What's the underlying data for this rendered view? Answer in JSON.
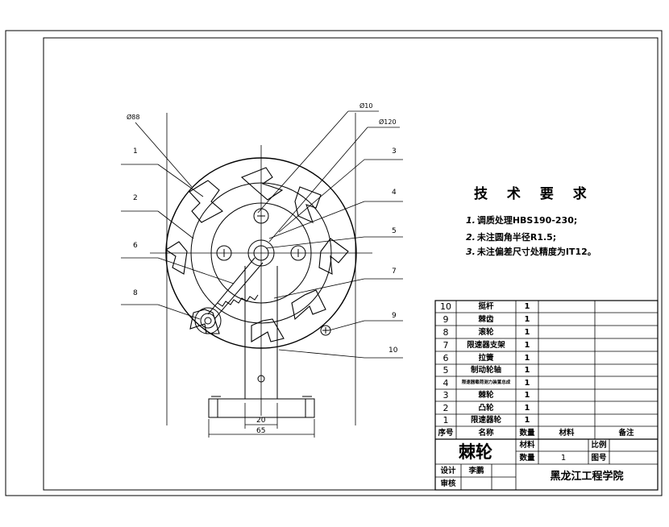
{
  "requirements": {
    "title": "技 术 要 求",
    "items": [
      {
        "num": "1.",
        "text": "调质处理HBS190-230;"
      },
      {
        "num": "2.",
        "text": "未注圆角半径R1.5;"
      },
      {
        "num": "3.",
        "text": "未注偏差尺寸处精度为IT12。"
      }
    ]
  },
  "dimensions": {
    "d88": "Ø88",
    "d10": "Ø10",
    "d120": "Ø120",
    "w20": "20",
    "w65": "65"
  },
  "callouts": [
    "1",
    "2",
    "3",
    "4",
    "5",
    "6",
    "7",
    "8",
    "9",
    "10"
  ],
  "bom": {
    "rows": [
      {
        "no": "10",
        "name": "挺杆",
        "qty": "1"
      },
      {
        "no": "9",
        "name": "棘齿",
        "qty": "1"
      },
      {
        "no": "8",
        "name": "滚轮",
        "qty": "1"
      },
      {
        "no": "7",
        "name": "限速器支架",
        "qty": "1"
      },
      {
        "no": "6",
        "name": "拉簧",
        "qty": "1"
      },
      {
        "no": "5",
        "name": "制动轮轴",
        "qty": "1"
      },
      {
        "no": "4",
        "name": "限速器载荷测力装置总成",
        "qty": "1"
      },
      {
        "no": "3",
        "name": "棘轮",
        "qty": "1"
      },
      {
        "no": "2",
        "name": "凸轮",
        "qty": "1"
      },
      {
        "no": "1",
        "name": "限速器轮",
        "qty": "1"
      }
    ],
    "header": {
      "no": "序号",
      "name": "名称",
      "qty": "数量",
      "material": "材料",
      "remark": "备注"
    }
  },
  "title_block": {
    "part_name": "棘轮",
    "material_label": "材料",
    "quantity_label": "数量",
    "quantity_value": "1",
    "scale_label": "比例",
    "drawing_no_label": "图号",
    "design_label": "设计",
    "designer": "李鹏",
    "review_label": "审核",
    "school": "黑龙江工程学院"
  }
}
